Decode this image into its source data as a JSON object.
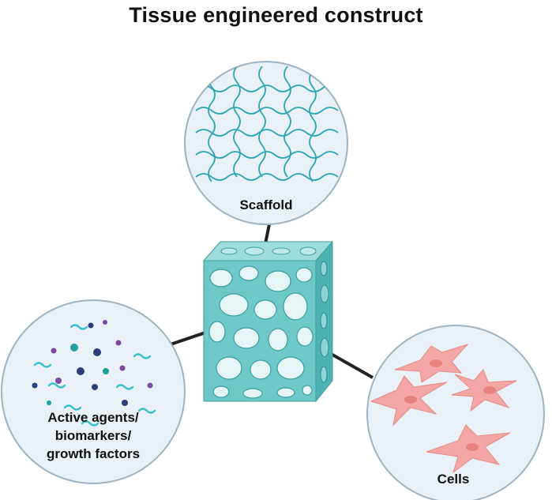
{
  "title": "Tissue engineered construct",
  "labels": {
    "scaffold": "Scaffold",
    "cells": "Cells",
    "agents_line1": "Active agents/",
    "agents_line2": "biomarkers/",
    "agents_line3": "growth factors"
  },
  "icons": {
    "scaffold": "scaffold-mesh-icon",
    "cells": "cell-icon",
    "agents": "molecule-icon",
    "construct": "porous-cube-icon"
  },
  "colors": {
    "circle_fill": "#e9f0f6",
    "circle_stroke": "#9fb3c3",
    "mesh": "#2aa7b5",
    "cube_front": "#6ec8c9",
    "cube_top": "#9fdcdc",
    "cube_side": "#4eb2b4",
    "cell_fill": "#f3a6a3",
    "cell_nucleus": "#e6837f",
    "connector": "#222222"
  }
}
